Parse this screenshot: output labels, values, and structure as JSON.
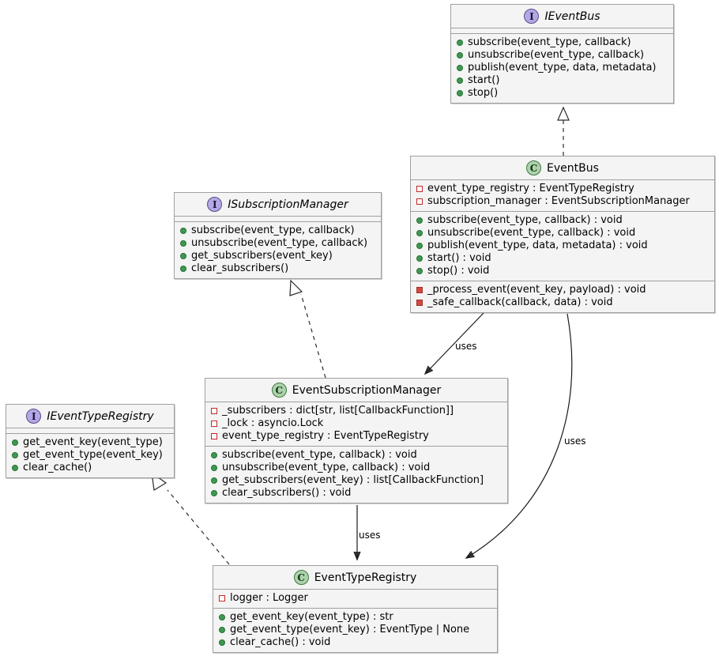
{
  "diagram": {
    "kind": "uml-class-diagram",
    "background": "#FFFFFF",
    "colors": {
      "box_fill": "#F4F4F4",
      "box_border": "#A0A0A0",
      "interface_icon": "#B4A7E5",
      "class_icon": "#ADD1AD",
      "public_marker": "#3C9A4E",
      "private_marker": "#C62828"
    }
  },
  "nodes": {
    "ievent_bus": {
      "name": "IEventBus",
      "stereotype": "I",
      "kind": "interface",
      "attributes": [],
      "methods": [
        {
          "visibility": "public",
          "text": "subscribe(event_type, callback)"
        },
        {
          "visibility": "public",
          "text": "unsubscribe(event_type, callback)"
        },
        {
          "visibility": "public",
          "text": "publish(event_type, data, metadata)"
        },
        {
          "visibility": "public",
          "text": "start()"
        },
        {
          "visibility": "public",
          "text": "stop()"
        }
      ]
    },
    "event_bus": {
      "name": "EventBus",
      "stereotype": "C",
      "kind": "class",
      "attributes": [
        {
          "visibility": "private",
          "text": "event_type_registry : EventTypeRegistry"
        },
        {
          "visibility": "private",
          "text": "subscription_manager : EventSubscriptionManager"
        }
      ],
      "methods": [
        {
          "visibility": "public",
          "text": "subscribe(event_type, callback) : void"
        },
        {
          "visibility": "public",
          "text": "unsubscribe(event_type, callback) : void"
        },
        {
          "visibility": "public",
          "text": "publish(event_type, data, metadata) : void"
        },
        {
          "visibility": "public",
          "text": "start() : void"
        },
        {
          "visibility": "public",
          "text": "stop() : void"
        }
      ],
      "private_methods": [
        {
          "visibility": "private",
          "text": "_process_event(event_key, payload) : void"
        },
        {
          "visibility": "private",
          "text": "_safe_callback(callback, data) : void"
        }
      ]
    },
    "isubscription_manager": {
      "name": "ISubscriptionManager",
      "stereotype": "I",
      "kind": "interface",
      "attributes": [],
      "methods": [
        {
          "visibility": "public",
          "text": "subscribe(event_type, callback)"
        },
        {
          "visibility": "public",
          "text": "unsubscribe(event_type, callback)"
        },
        {
          "visibility": "public",
          "text": "get_subscribers(event_key)"
        },
        {
          "visibility": "public",
          "text": "clear_subscribers()"
        }
      ]
    },
    "event_subscription_manager": {
      "name": "EventSubscriptionManager",
      "stereotype": "C",
      "kind": "class",
      "attributes": [
        {
          "visibility": "private",
          "text": "_subscribers : dict[str, list[CallbackFunction]]"
        },
        {
          "visibility": "private",
          "text": "_lock : asyncio.Lock"
        },
        {
          "visibility": "private",
          "text": "event_type_registry : EventTypeRegistry"
        }
      ],
      "methods": [
        {
          "visibility": "public",
          "text": "subscribe(event_type, callback) : void"
        },
        {
          "visibility": "public",
          "text": "unsubscribe(event_type, callback) : void"
        },
        {
          "visibility": "public",
          "text": "get_subscribers(event_key) : list[CallbackFunction]"
        },
        {
          "visibility": "public",
          "text": "clear_subscribers() : void"
        }
      ]
    },
    "ievent_type_registry": {
      "name": "IEventTypeRegistry",
      "stereotype": "I",
      "kind": "interface",
      "attributes": [],
      "methods": [
        {
          "visibility": "public",
          "text": "get_event_key(event_type)"
        },
        {
          "visibility": "public",
          "text": "get_event_type(event_key)"
        },
        {
          "visibility": "public",
          "text": "clear_cache()"
        }
      ]
    },
    "event_type_registry": {
      "name": "EventTypeRegistry",
      "stereotype": "C",
      "kind": "class",
      "attributes": [
        {
          "visibility": "private",
          "text": "logger : Logger"
        }
      ],
      "methods": [
        {
          "visibility": "public",
          "text": "get_event_key(event_type) : str"
        },
        {
          "visibility": "public",
          "text": "get_event_type(event_key) : EventType | None"
        },
        {
          "visibility": "public",
          "text": "clear_cache() : void"
        }
      ]
    }
  },
  "edges": [
    {
      "id": "eventbus-realizes-ieventbus",
      "from": "event_bus",
      "to": "ievent_bus",
      "type": "realization",
      "label": ""
    },
    {
      "id": "esm-realizes-isubscriptionmanager",
      "from": "event_subscription_manager",
      "to": "isubscription_manager",
      "type": "realization",
      "label": ""
    },
    {
      "id": "etr-realizes-ieventtyperegistry",
      "from": "event_type_registry",
      "to": "ievent_type_registry",
      "type": "realization",
      "label": ""
    },
    {
      "id": "eventbus-uses-esm",
      "from": "event_bus",
      "to": "event_subscription_manager",
      "type": "dependency",
      "label": "uses"
    },
    {
      "id": "eventbus-uses-etr",
      "from": "event_bus",
      "to": "event_type_registry",
      "type": "dependency",
      "label": "uses"
    },
    {
      "id": "esm-uses-etr",
      "from": "event_subscription_manager",
      "to": "event_type_registry",
      "type": "dependency",
      "label": "uses"
    }
  ],
  "edge_labels": {
    "uses_eventbus_esm": "uses",
    "uses_eventbus_etr": "uses",
    "uses_esm_etr": "uses"
  }
}
